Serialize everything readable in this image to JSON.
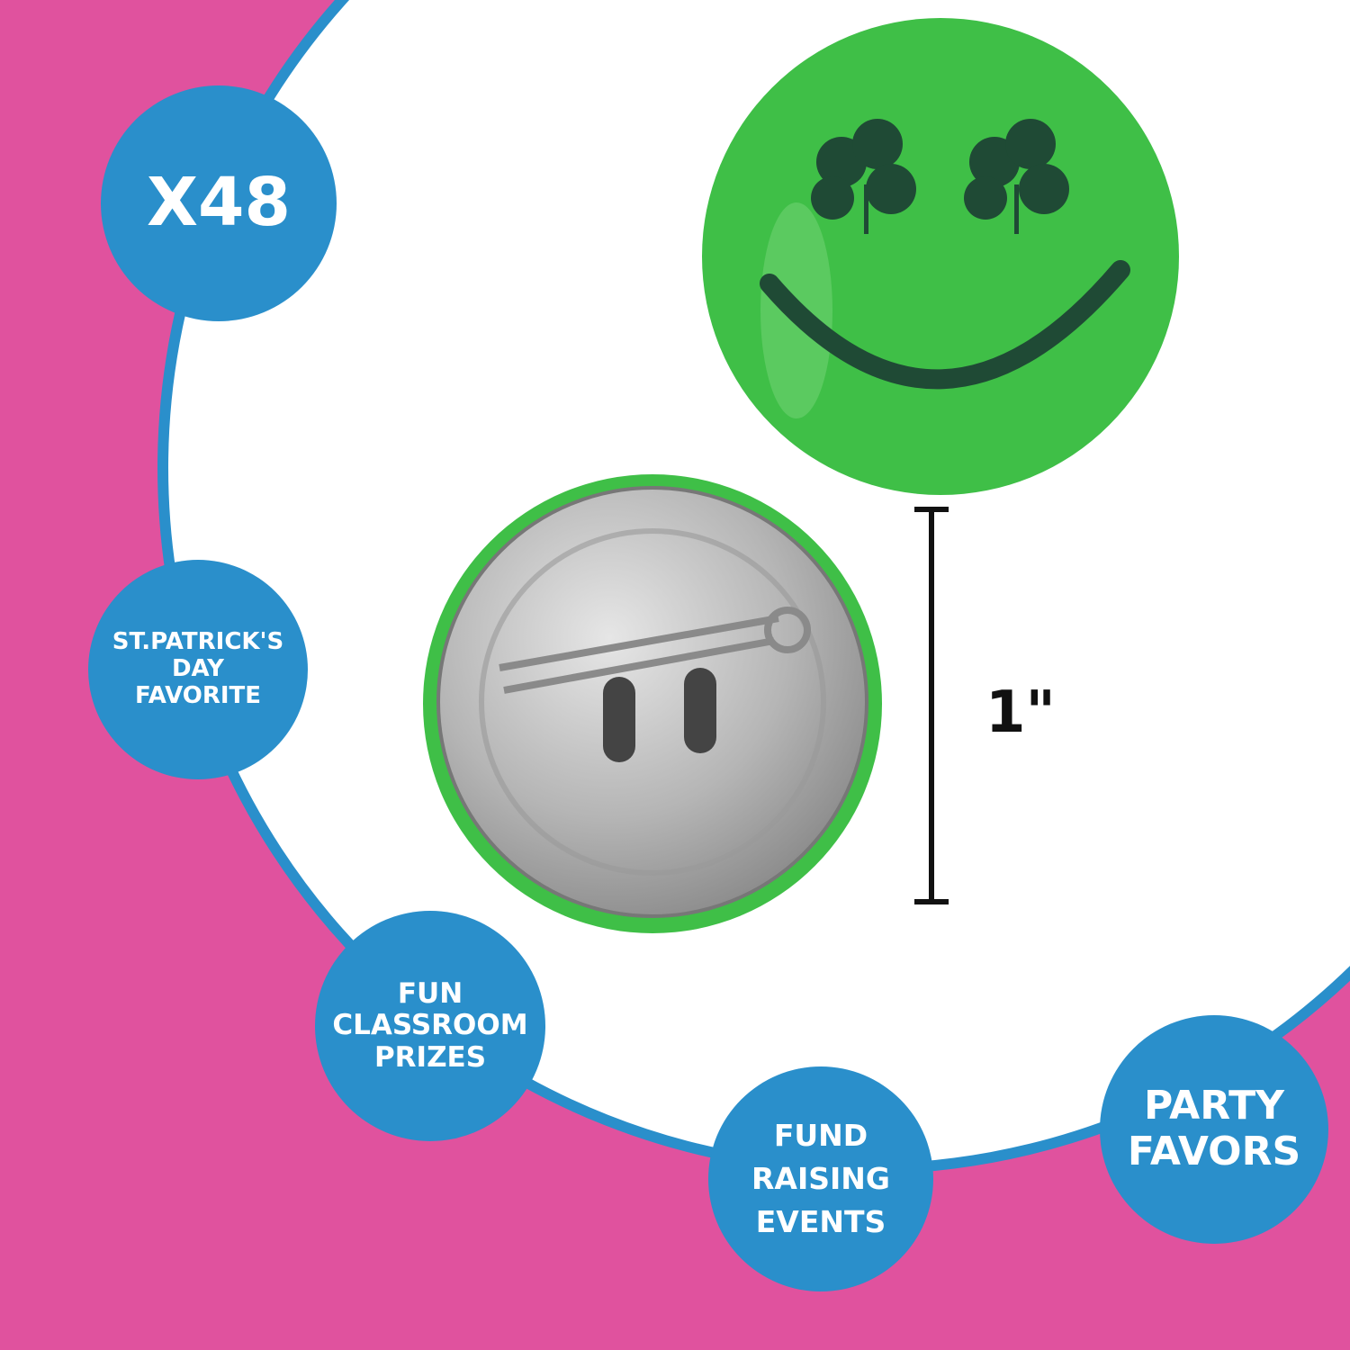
{
  "badges": {
    "quantity": "X48",
    "st_patricks": [
      "ST.PATRICK'S",
      "DAY",
      "FAVORITE"
    ],
    "classroom": [
      "FUN",
      "CLASSROOM",
      "PRIZES"
    ],
    "fundraising": [
      "FUND",
      "RAISING",
      "EVENTS"
    ],
    "party": [
      "PARTY",
      "FAVORS"
    ]
  },
  "measurement": "1\"",
  "colors": {
    "background": "#e0529e",
    "badge": "#2a8fcb",
    "button_green": "#3fbf47",
    "ink": "#1f4a35"
  }
}
